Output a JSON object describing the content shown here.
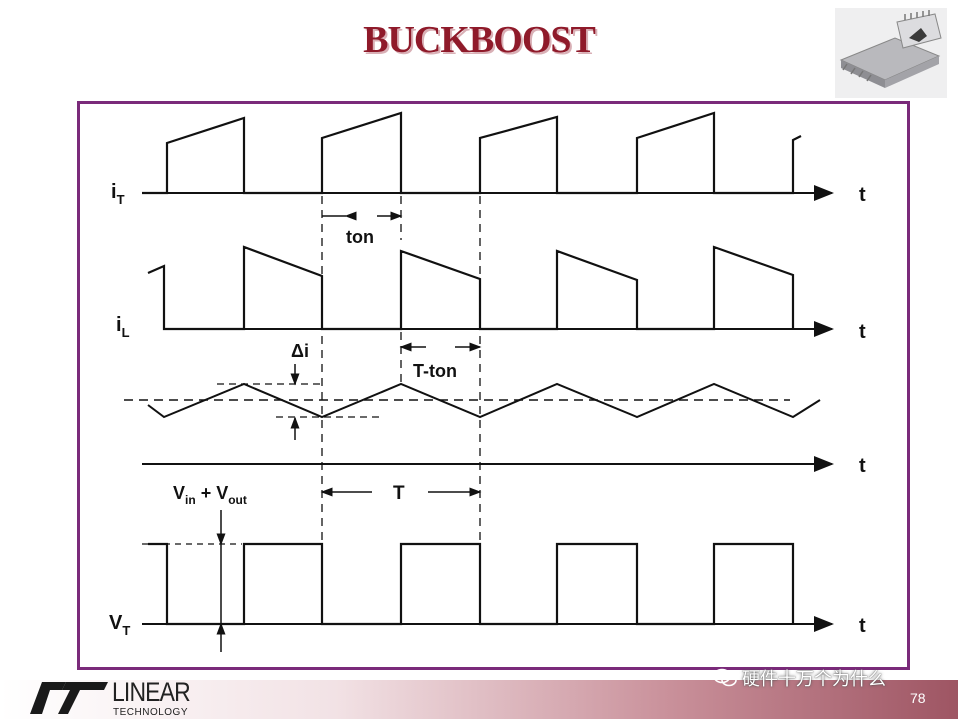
{
  "slide": {
    "title": "BUCKBOOST",
    "page_number": "78"
  },
  "diagram": {
    "signals": {
      "iT": {
        "main": "i",
        "sub": "T"
      },
      "iL": {
        "main": "i",
        "sub": "L"
      },
      "vT": {
        "main": "V",
        "sub": "T"
      }
    },
    "time_label": "t",
    "annotations": {
      "ton": "ton",
      "t_minus_ton": "T-ton",
      "period": "T",
      "delta_i": "Δi",
      "vin_vout": {
        "v1": "V",
        "in": "in",
        "plus": " + V",
        "out": "out"
      }
    }
  },
  "footer": {
    "logo_word": "LINEAR",
    "logo_sub": "TECHNOLOGY",
    "watermark": "硬件十万个为什么"
  }
}
